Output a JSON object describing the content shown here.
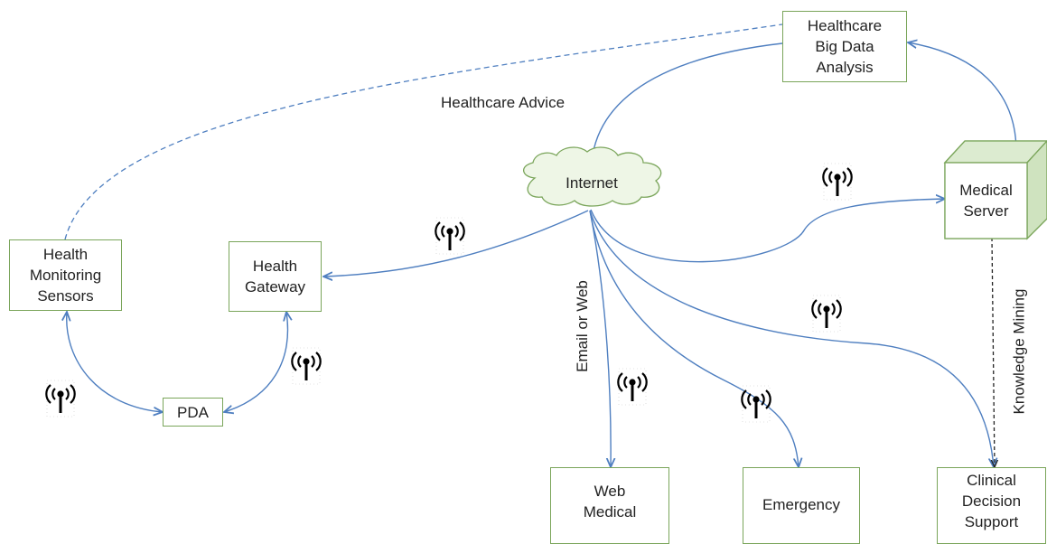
{
  "nodes": {
    "big_data": "Healthcare\nBig Data\nAnalysis",
    "internet": "Internet",
    "medical_server": "Medical\nServer",
    "sensors": "Health\nMonitoring\nSensors",
    "gateway": "Health\nGateway",
    "pda": "PDA",
    "web_medical": "Web\nMedical",
    "emergency": "Emergency",
    "clinical": "Clinical\nDecision\nSupport"
  },
  "labels": {
    "healthcare_advice": "Healthcare Advice",
    "email_or_web": "Email or Web",
    "knowledge_mining": "Knowledge Mining"
  },
  "colors": {
    "arrow": "#4f7fc0",
    "box_border": "#7aa55a",
    "cloud_fill": "#eef6e6"
  },
  "icons": [
    "wireless-antenna-icon",
    "cloud-icon",
    "server-cube-icon"
  ]
}
